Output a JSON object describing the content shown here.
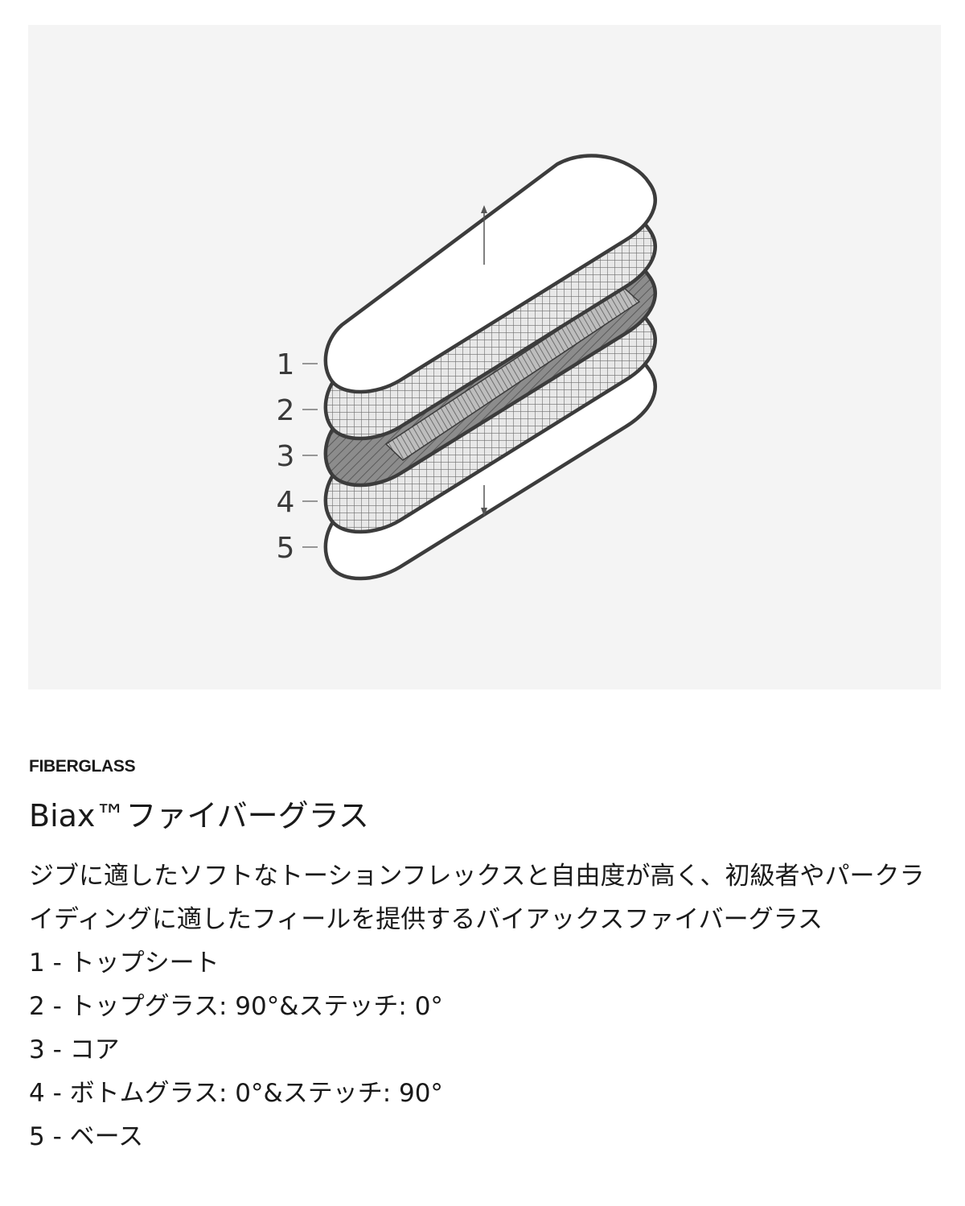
{
  "figure": {
    "layer_numbers": [
      "1",
      "2",
      "3",
      "4",
      "5"
    ],
    "layer_fills": {
      "topsheet": "#ffffff",
      "glass": "#e6e6e6",
      "core": "#8a8a8a",
      "base": "#ffffff",
      "outline": "#3c3c3c",
      "panel_background": "#f4f4f4"
    }
  },
  "content": {
    "eyebrow": "FIBERGLASS",
    "heading": "Biax™ファイバーグラス",
    "description": "ジブに適したソフトなトーションフレックスと自由度が高く、初級者やパークライディングに適したフィールを提供するバイアックスファイバーグラス",
    "specs": [
      "1 - トップシート",
      "2 - トップグラス: 90°&ステッチ: 0°",
      "3 - コア",
      "4 - ボトムグラス: 0°&ステッチ: 90°",
      "5 - ベース"
    ]
  }
}
